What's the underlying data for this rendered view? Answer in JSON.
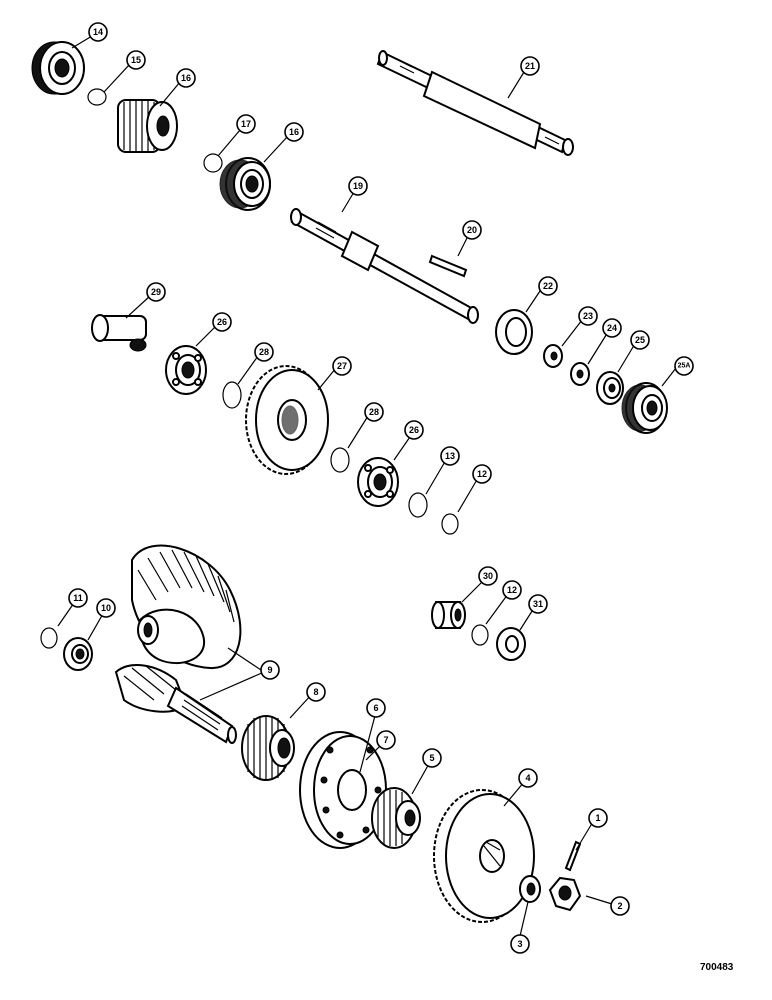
{
  "figure": {
    "reference_number": "700483"
  },
  "parts": [
    {
      "id": "p14",
      "label": "14"
    },
    {
      "id": "p15",
      "label": "15"
    },
    {
      "id": "p16a",
      "label": "16"
    },
    {
      "id": "p17",
      "label": "17"
    },
    {
      "id": "p16b",
      "label": "16"
    },
    {
      "id": "p21",
      "label": "21"
    },
    {
      "id": "p19",
      "label": "19"
    },
    {
      "id": "p20",
      "label": "20"
    },
    {
      "id": "p29",
      "label": "29"
    },
    {
      "id": "p26a",
      "label": "26"
    },
    {
      "id": "p28a",
      "label": "28"
    },
    {
      "id": "p27",
      "label": "27"
    },
    {
      "id": "p22",
      "label": "22"
    },
    {
      "id": "p23",
      "label": "23"
    },
    {
      "id": "p24",
      "label": "24"
    },
    {
      "id": "p25",
      "label": "25"
    },
    {
      "id": "p25a",
      "label": "25A"
    },
    {
      "id": "p28b",
      "label": "28"
    },
    {
      "id": "p26b",
      "label": "26"
    },
    {
      "id": "p13",
      "label": "13"
    },
    {
      "id": "p12a",
      "label": "12"
    },
    {
      "id": "p30",
      "label": "30"
    },
    {
      "id": "p12b",
      "label": "12"
    },
    {
      "id": "p31",
      "label": "31"
    },
    {
      "id": "p11",
      "label": "11"
    },
    {
      "id": "p10",
      "label": "10"
    },
    {
      "id": "p9",
      "label": "9"
    },
    {
      "id": "p8",
      "label": "8"
    },
    {
      "id": "p6",
      "label": "6"
    },
    {
      "id": "p7",
      "label": "7"
    },
    {
      "id": "p5",
      "label": "5"
    },
    {
      "id": "p4",
      "label": "4"
    },
    {
      "id": "p1",
      "label": "1"
    },
    {
      "id": "p2",
      "label": "2"
    },
    {
      "id": "p3",
      "label": "3"
    }
  ]
}
